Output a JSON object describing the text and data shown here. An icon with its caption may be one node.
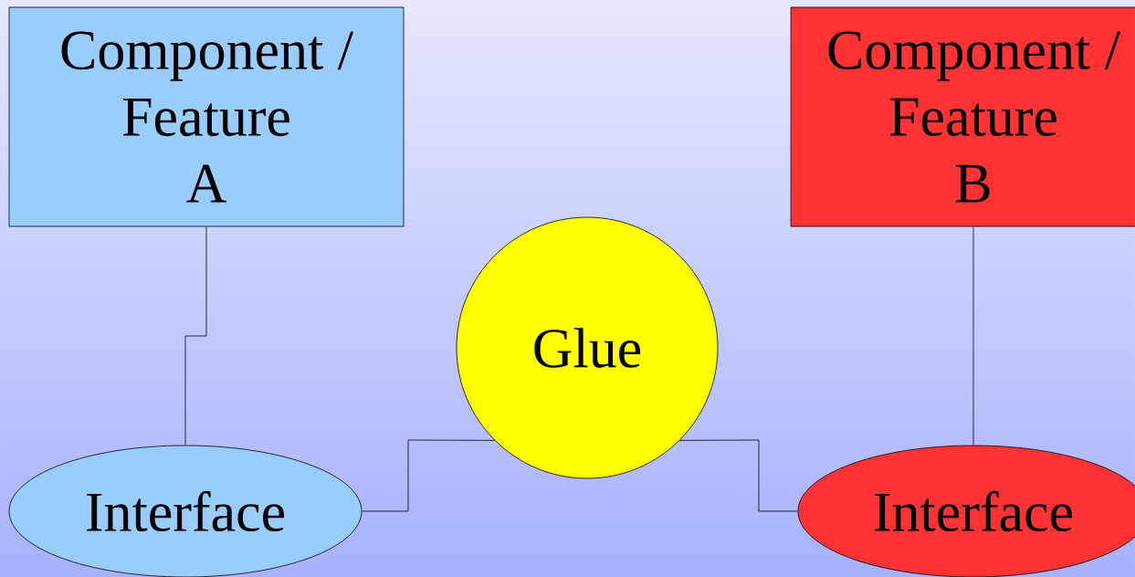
{
  "diagram": {
    "nodes": [
      {
        "text": [
          "Component / Feature A"
        ]
      },
      {
        "text": [
          "Component / Feature B"
        ]
      },
      {
        "text": [
          "Glue"
        ]
      },
      {
        "text": [
          "Interface"
        ]
      },
      {
        "text": [
          "Interface"
        ]
      }
    ],
    "edges": [
      {
        "from": 0,
        "to": 3,
        "arrow": "none"
      },
      {
        "from": 1,
        "to": 4,
        "arrow": "none"
      },
      {
        "from": 3,
        "to": 2,
        "arrow": "none"
      },
      {
        "from": 2,
        "to": 4,
        "arrow": "none"
      }
    ]
  }
}
